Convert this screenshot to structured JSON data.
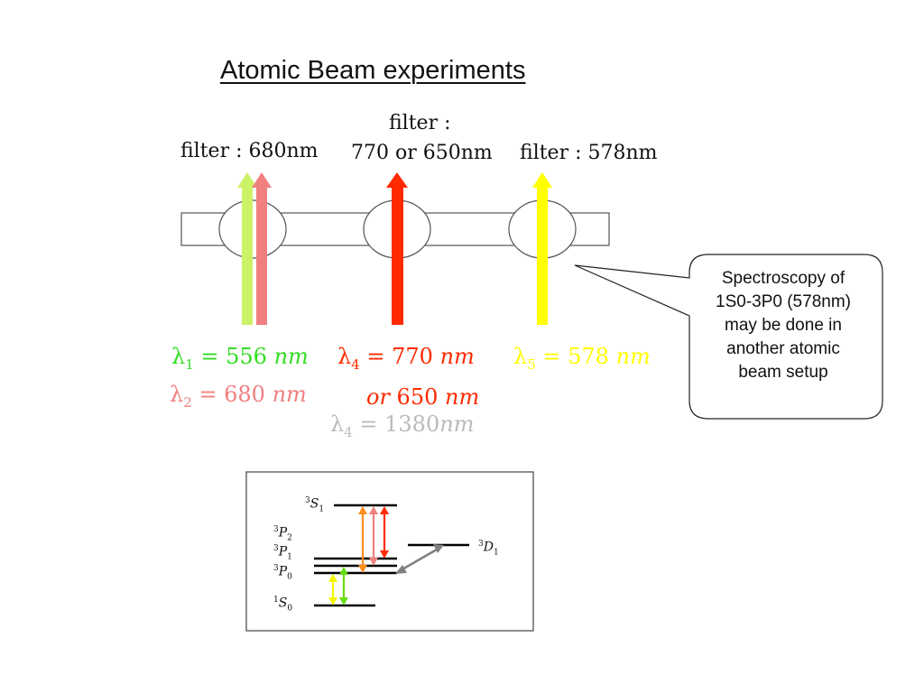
{
  "title": "Atomic Beam experiments",
  "filters": {
    "left": "filter :  680nm",
    "middle_line1": "filter :",
    "middle_line2": "770  or  650nm",
    "right": "filter :  578nm"
  },
  "wavelengths": {
    "l1_sym": "λ",
    "l1_sub": "1",
    "l1_val": " = 556 ",
    "l1_unit": "nm",
    "l2_sym": "λ",
    "l2_sub": "2",
    "l2_val": " = 680 ",
    "l2_unit": "nm",
    "l4_sym": "λ",
    "l4_sub": "4",
    "l4_val": " = 770 ",
    "l4_unit": "nm",
    "l4b_pre": "or",
    "l4b_val": " 650 ",
    "l4b_unit": "nm",
    "l4c_sym": "λ",
    "l4c_sub": "4",
    "l4c_val": " = 1380",
    "l4c_unit": "nm",
    "l5_sym": "λ",
    "l5_sub": "5",
    "l5_val": " = 578 ",
    "l5_unit": "nm"
  },
  "callout": {
    "lines": [
      "Spectroscopy of",
      "1S0-3P0 (578nm)",
      "may be done in",
      "another atomic",
      "beam setup"
    ]
  },
  "levels": {
    "s1_sup": "3",
    "s1_main": "S",
    "s1_sub": "1",
    "p2_sup": "3",
    "p2_main": "P",
    "p2_sub": "2",
    "p1_sup": "3",
    "p1_main": "P",
    "p1_sub": "1",
    "p0_sup": "3",
    "p0_main": "P",
    "p0_sub": "0",
    "s0_sup": "1",
    "s0_main": "S",
    "s0_sub": "0",
    "d1_sup": "3",
    "d1_main": "D",
    "d1_sub": "1"
  },
  "colors": {
    "green": "#33dd22",
    "lightgreen": "#ccf266",
    "pink": "#f08080",
    "red": "#ff2a00",
    "yellow": "#ffff00",
    "orange": "#ff8c1a",
    "gray": "#bbbbbb"
  }
}
